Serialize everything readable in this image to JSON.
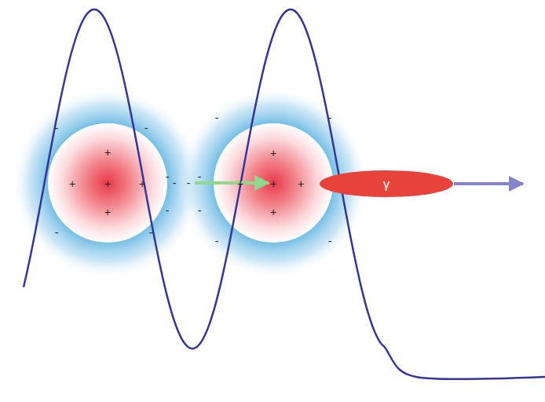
{
  "diagram": {
    "nodes": [
      {
        "text": [
          "γ"
        ]
      }
    ],
    "labels": [
      "-",
      "-",
      "-",
      "-",
      "+",
      "+",
      "-",
      "-",
      "+",
      "+",
      "+",
      "-",
      "-",
      "+",
      "+",
      "+",
      "-",
      "-",
      "+",
      "+",
      "-",
      "-",
      "-",
      "-"
    ]
  }
}
